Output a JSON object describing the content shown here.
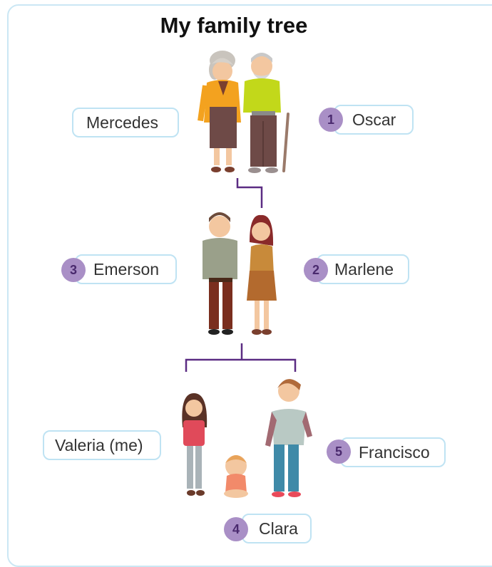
{
  "title": "My family tree",
  "members": [
    {
      "name": "Mercedes",
      "number": ""
    },
    {
      "name": "Oscar",
      "number": "1"
    },
    {
      "name": "Emerson",
      "number": "3"
    },
    {
      "name": "Marlene",
      "number": "2"
    },
    {
      "name": "Valeria (me)",
      "number": ""
    },
    {
      "name": "Francisco",
      "number": "5"
    },
    {
      "name": "Clara",
      "number": "4"
    }
  ],
  "colors": {
    "label_border": "#bfe3f3",
    "badge_fill": "#a98fc6",
    "connector": "#5b2c83"
  }
}
